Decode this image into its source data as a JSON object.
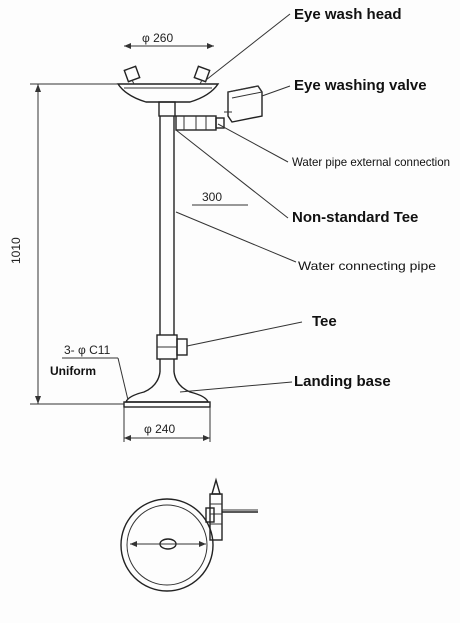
{
  "labels": {
    "eye_wash_head": "Eye wash head",
    "eye_washing_valve": "Eye washing valve",
    "water_pipe_external": "Water pipe external connection",
    "non_standard_tee": "Non-standard Tee",
    "water_connecting_pipe": "Water connecting pipe",
    "tee": "Tee",
    "landing_base": "Landing base",
    "uniform": "Uniform"
  },
  "dimensions": {
    "bowl_diameter": "φ 260",
    "arm_length": "300",
    "height": "1010",
    "holes": "3- φ C11",
    "base_diameter": "φ 240"
  }
}
